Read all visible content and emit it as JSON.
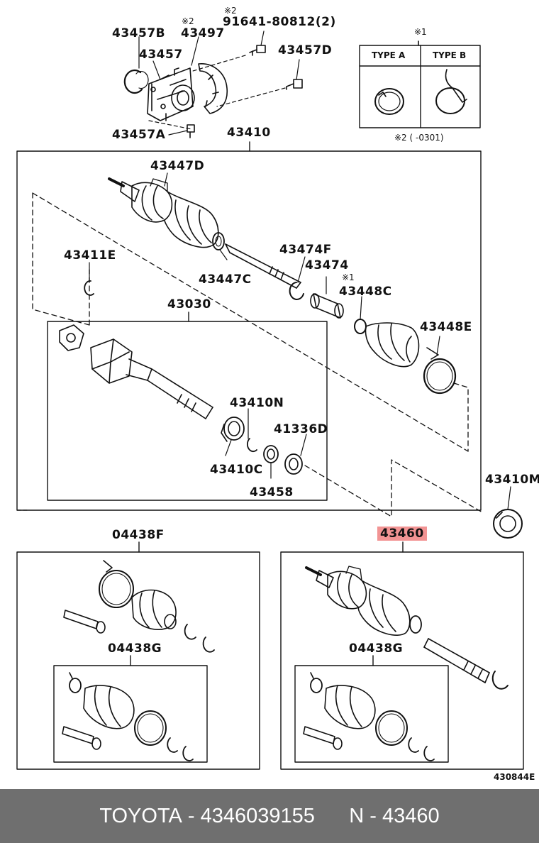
{
  "labels": {
    "l43457b": "43457B",
    "note2a": "※2",
    "l43497": "43497",
    "note2b": "※2",
    "l91641": "91641-80812(2)",
    "l43457": "43457",
    "l43457d": "43457D",
    "l43457a": "43457A",
    "l43410": "43410",
    "l43447d": "43447D",
    "l43411e": "43411E",
    "l43474f": "43474F",
    "l43474": "43474",
    "note1": "※1",
    "l43447c": "43447C",
    "l43448c": "43448C",
    "l43030": "43030",
    "l43448e": "43448E",
    "l43410n": "43410N",
    "l41336d": "41336D",
    "l43410c": "43410C",
    "l43458": "43458",
    "l43410m": "43410M",
    "l43460": "43460",
    "l04438f": "04438F",
    "l04438g_left": "04438G",
    "l04438g_right": "04438G",
    "diagram_code": "430844E"
  },
  "legend": {
    "marker": "※1",
    "type_a": "TYPE A",
    "type_b": "TYPE B",
    "note": "※2 (      -0301)"
  },
  "highlight_color": "#f29494",
  "footer": {
    "brand": "TOYOTA",
    "part_number": "4346039155",
    "n_prefix": "N",
    "reference": "43460"
  }
}
